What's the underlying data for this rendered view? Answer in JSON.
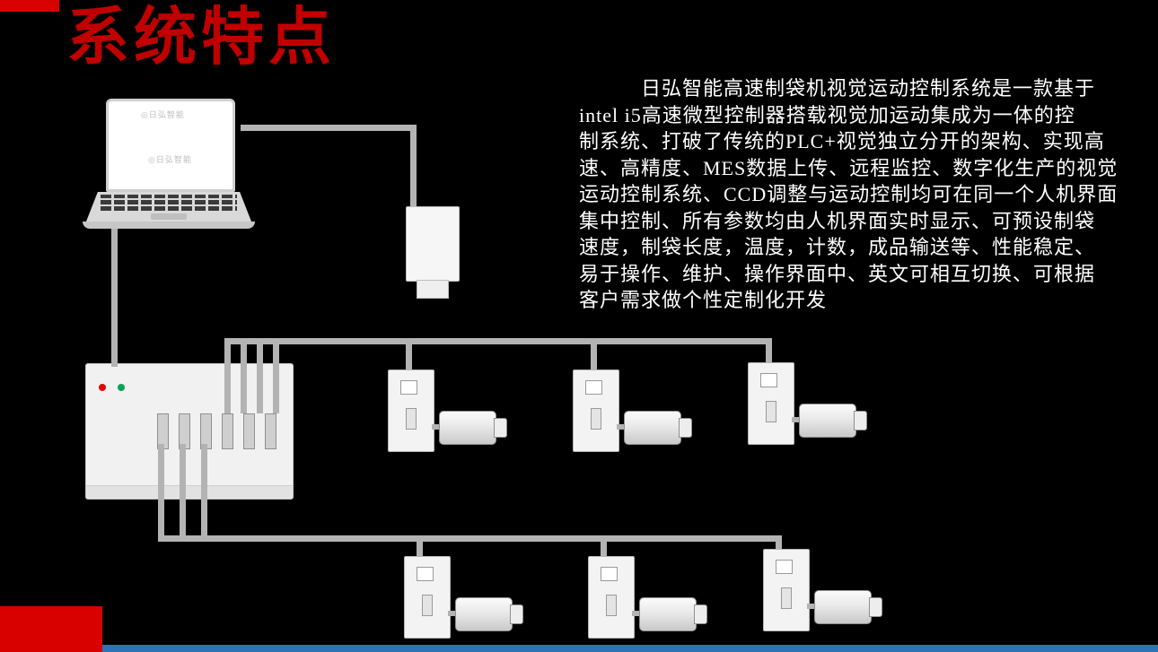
{
  "slide": {
    "title": "系统特点",
    "description_lines": [
      "　　　日弘智能高速制袋机视觉运动控制系统是一款基于",
      "intel i5高速微型控制器搭载视觉加运动集成为一体的控",
      "制系统、打破了传统的PLC+视觉独立分开的架构、实现高",
      "速、高精度、MES数据上传、远程监控、数字化生产的视觉",
      "运动控制系统、CCD调整与运动控制均可在同一个人机界面",
      "集中控制、所有参数均由人机界面实时显示、可预设制袋",
      "速度，制袋长度，温度，计数，成品输送等、性能稳定、",
      "易于操作、维护、操作界面中、英文可相互切换、可根据",
      "客户需求做个性定制化开发"
    ],
    "watermark": "◎日弘智能"
  },
  "colors": {
    "bg": "#000000",
    "title-red": "#c00000",
    "accent-red": "#d90000",
    "footer-blue": "#2e74b5",
    "text": "#ffffff",
    "device-fill": "#f3f3f3",
    "device-border": "#b5b5b5",
    "cable": "#b3b3b3",
    "led-red": "#e60000",
    "led-green": "#00a651"
  }
}
